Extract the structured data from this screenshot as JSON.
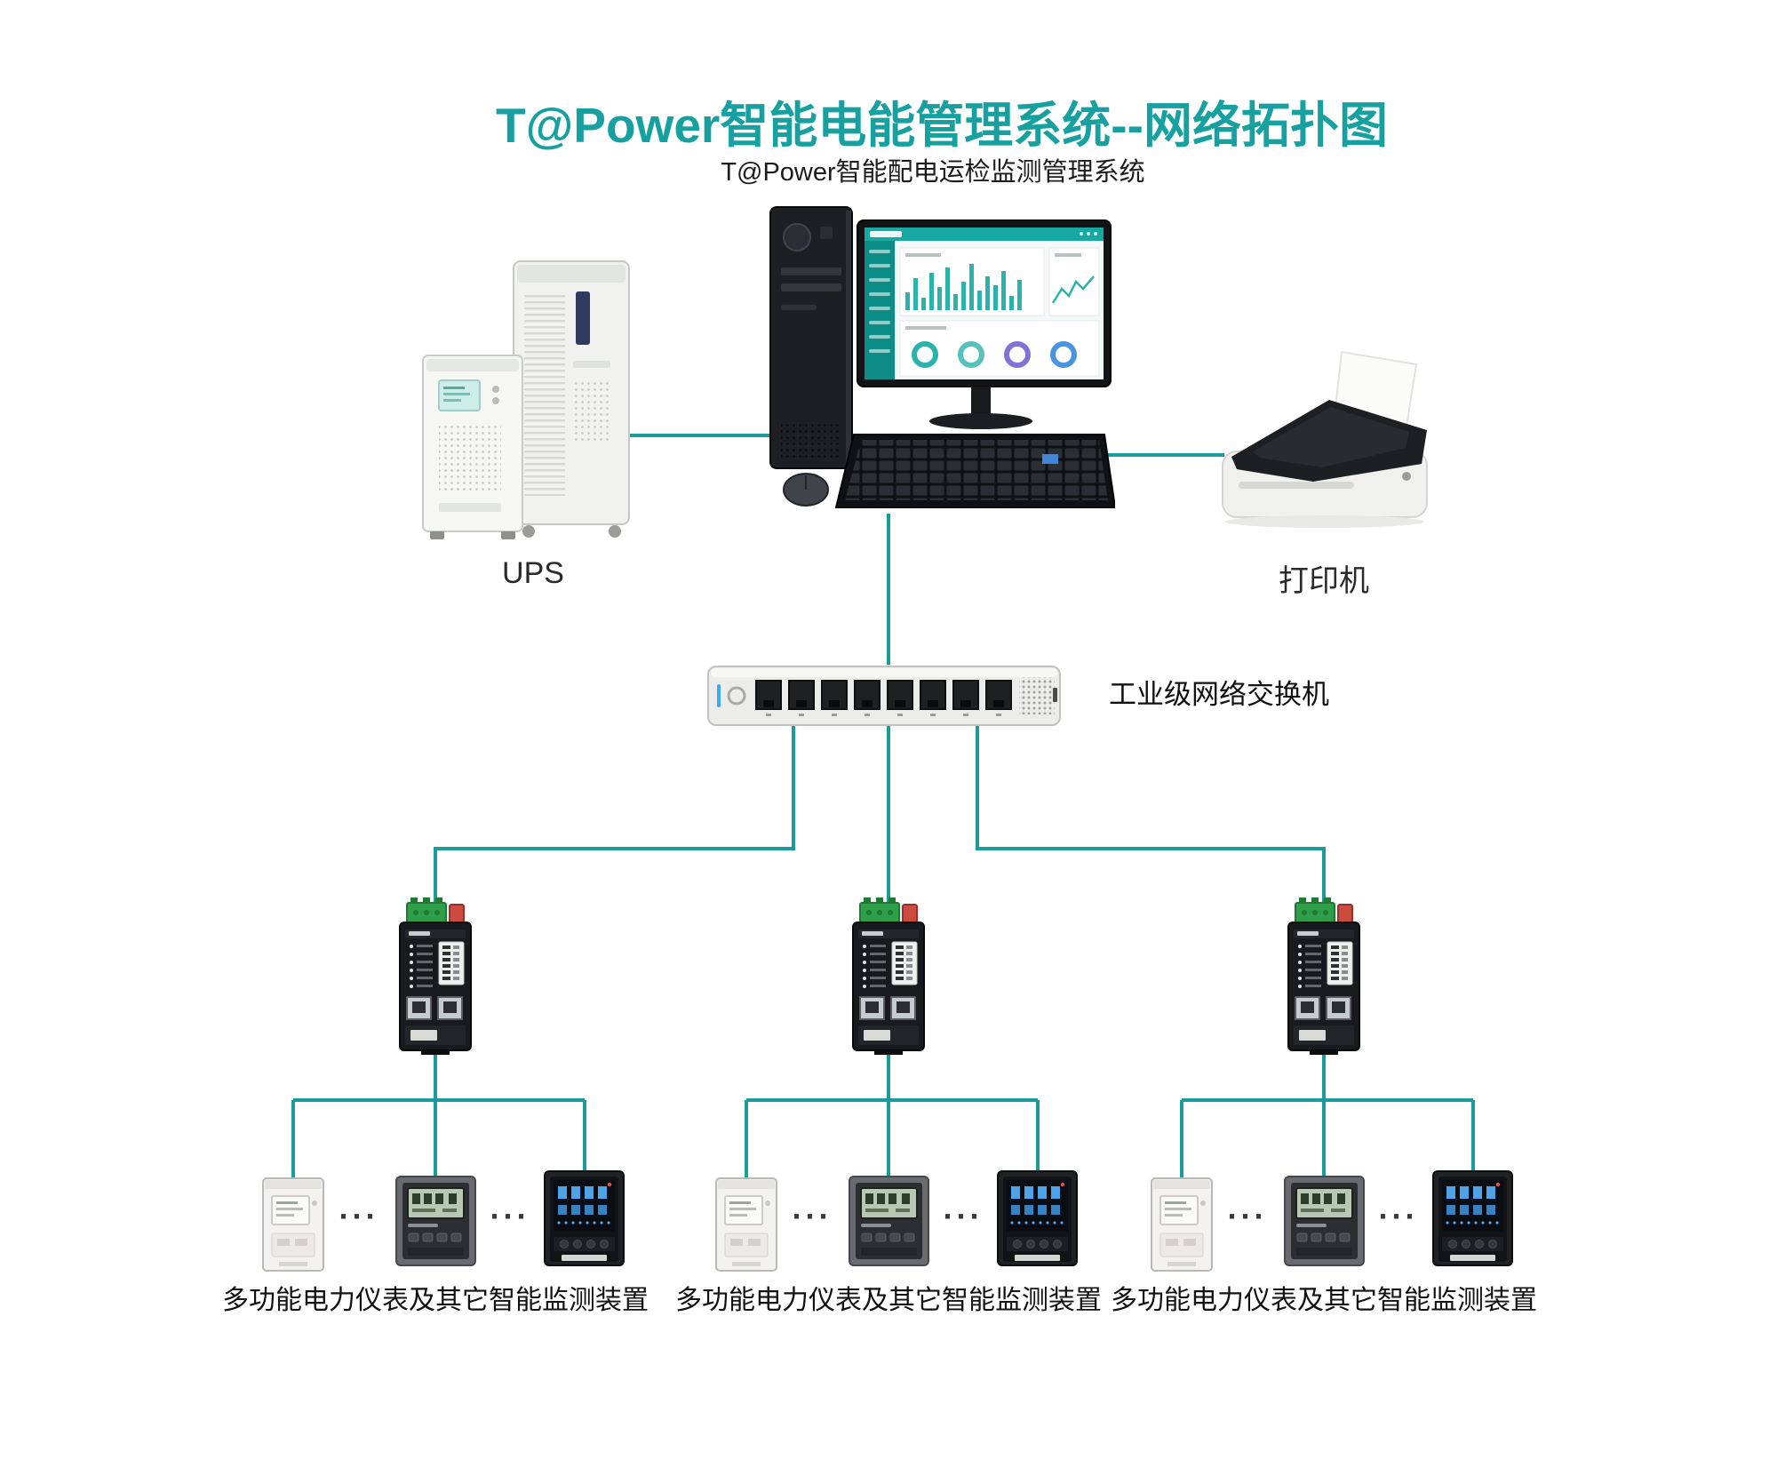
{
  "page": {
    "title": "T@Power智能电能管理系统--网络拓扑图",
    "subtitle": "T@Power智能配电运检监测管理系统"
  },
  "devices": {
    "ups": {
      "label": "UPS"
    },
    "printer": {
      "label": "打印机"
    },
    "switch": {
      "label": "工业级网络交换机"
    }
  },
  "meter_groups": [
    {
      "label": "多功能电力仪表及其它智能监测装置"
    },
    {
      "label": "多功能电力仪表及其它智能监测装置"
    },
    {
      "label": "多功能电力仪表及其它智能监测装置"
    }
  ],
  "ellipsis": "···",
  "colors": {
    "title_accent": "#16a0a0",
    "connection_line": "#1b9b99"
  }
}
